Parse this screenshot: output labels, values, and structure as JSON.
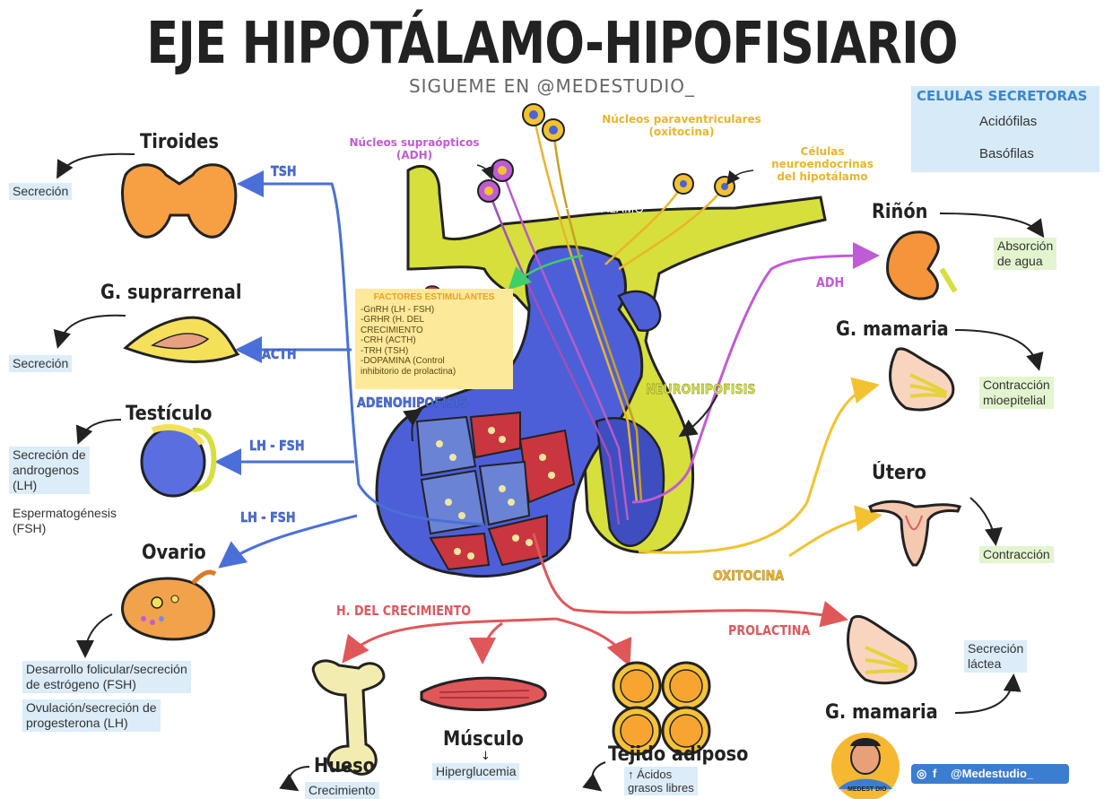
{
  "header": {
    "title": "EJE HIPOTÁLAMO-HIPOFISIARIO",
    "subtitle": "SIGUEME EN @MEDESTUDIO_"
  },
  "legend": {
    "title": "CELULAS SECRETORAS",
    "items": [
      {
        "label": "Acidófilas",
        "color": "#d94b8a"
      },
      {
        "label": "Basófilas",
        "color": "#4a63d8"
      }
    ]
  },
  "hypothalamus": {
    "label": "HIPOTÁLAMO",
    "nuclei_supraopticos": "Núcleos supraópticos\n(ADH)",
    "nuclei_paraventriculares": "Núcleos paraventriculares\n(oxitocina)",
    "neuroendocrine_cells": "Células\nneuroendocrinas\ndel hipotálamo"
  },
  "factors": {
    "title": "FACTORES ESTIMULANTES",
    "items": [
      "-GnRH (LH - FSH)",
      "-GRHR (H. DEL\nCRECIMIENTO",
      "-CRH (ACTH)",
      "-TRH (TSH)",
      "-DOPAMINA (Control\ninhibitorio de prolactina)"
    ]
  },
  "pituitary": {
    "adenohipofisis": "ADENOHIPOFISIS",
    "neurohipofisis": "NEUROHIPOFISIS"
  },
  "hormones": {
    "tsh": "TSH",
    "acth": "ACTH",
    "lh_fsh_1": "LH - FSH",
    "lh_fsh_2": "LH - FSH",
    "adh": "ADH",
    "oxitocina": "OXITOCINA",
    "h_crecimiento": "H. DEL CRECIMIENTO",
    "prolactina": "PROLACTINA"
  },
  "left_organs": {
    "tiroides": {
      "name": "Tiroides",
      "note": "Secreción"
    },
    "suprarrenal": {
      "name": "G. suprarrenal",
      "note": "Secreción"
    },
    "testiculo": {
      "name": "Testículo",
      "note1": "Secreción de\nandrogenos\n(LH)",
      "note2": "Espermatogénesis\n(FSH)"
    },
    "ovario": {
      "name": "Ovario",
      "note1": "Desarrollo folicular/secreción\nde estrógeno (FSH)",
      "note2": "Ovulación/secreción de\nprogesterona (LH)"
    }
  },
  "right_organs": {
    "rinon": {
      "name": "Riñón",
      "note": "Absorción\nde agua"
    },
    "mamaria1": {
      "name": "G. mamaria",
      "note": "Contracción\nmioepitelial"
    },
    "utero": {
      "name": "Útero",
      "note": "Contracción"
    },
    "mamaria2": {
      "name": "G. mamaria",
      "note": "Secreción\nláctea"
    }
  },
  "bottom_targets": {
    "hueso": {
      "name": "Hueso",
      "note": "Crecimiento"
    },
    "musculo": {
      "name": "Músculo",
      "arrow": "↓",
      "note": "Hiperglucemia"
    },
    "adiposo": {
      "name": "Tejido adiposo",
      "note": "↑ Ácidos\ngrasos libres"
    }
  },
  "social": {
    "handle": "@Medestudio_",
    "avatar_text": "MEDEST DIO"
  },
  "colors": {
    "blue": "#4a6fd8",
    "purple": "#c05bd6",
    "yellow": "#f2c230",
    "red": "#e0575a",
    "green": "#3ccf6a",
    "hypothalamus_fill": "#d6df3c",
    "pituitary_fill": "#4d5fd8"
  }
}
